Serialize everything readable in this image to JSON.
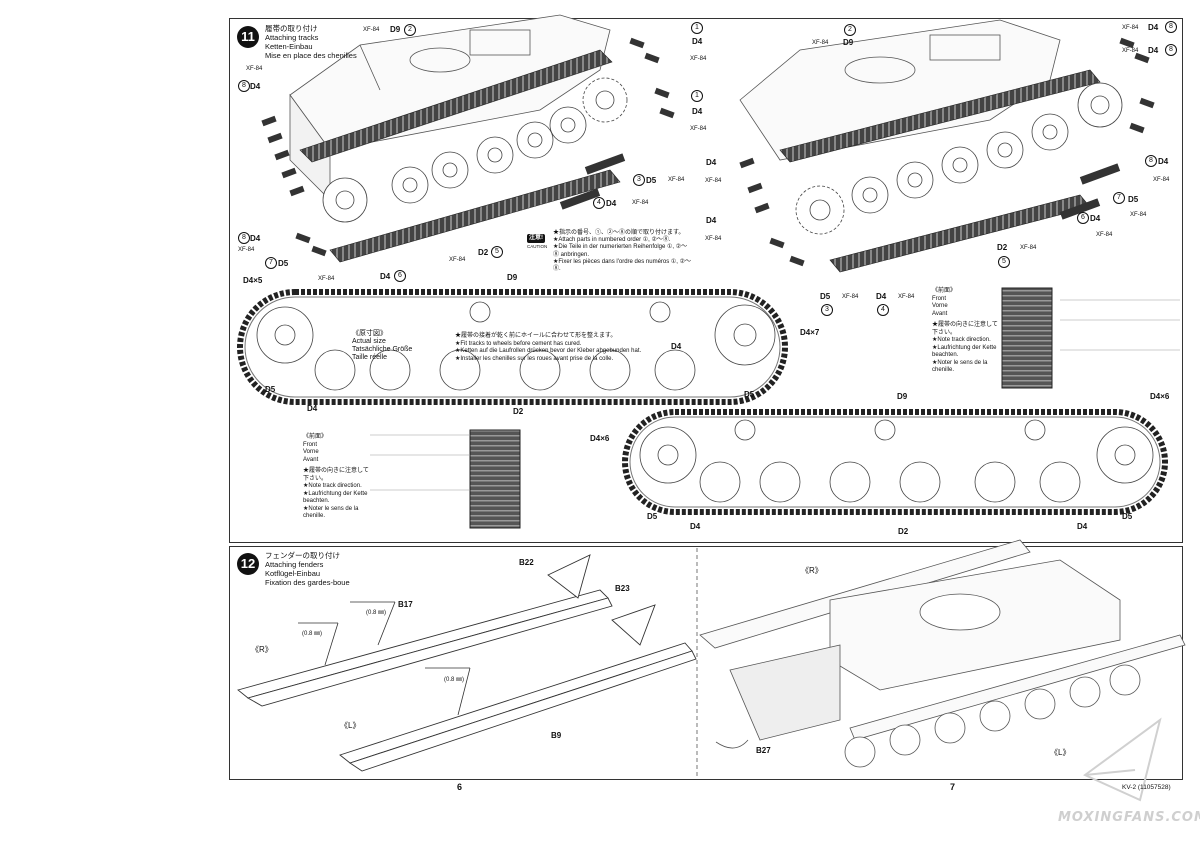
{
  "step11": {
    "number": "11",
    "title_jp": "履帯の取り付け",
    "title_en": "Attaching tracks",
    "title_de": "Ketten-Einbau",
    "title_fr": "Mise en place des chenilles"
  },
  "step12": {
    "number": "12",
    "title_jp": "フェンダーの取り付け",
    "title_en": "Attaching fenders",
    "title_de": "Kotflügel-Einbau",
    "title_fr": "Fixation des gardes-boue"
  },
  "paint": "XF-84",
  "parts": {
    "d2": "D2",
    "d4": "D4",
    "d5": "D5",
    "d9": "D9",
    "d4x5": "D4×5",
    "d4x6": "D4×6",
    "d4x7": "D4×7",
    "b17": "B17",
    "b22": "B22",
    "b23": "B23",
    "b27": "B27",
    "b9": "B9"
  },
  "order_marks": [
    "1",
    "2",
    "3",
    "4",
    "5",
    "6",
    "7",
    "8"
  ],
  "caution": {
    "badge": "注意!",
    "badge_en": "CAUTION",
    "jp": "★指示の番号、①、②〜⑧の順で取り付けます。",
    "en": "★Attach parts in numbered order ①, ②〜⑧.",
    "de": "★Die Teile in der numerierten Reihenfolge ①, ②〜⑧ anbringen.",
    "fr": "★Fixer les pièces dans l'ordre des numéros ①, ②〜⑧."
  },
  "actual_size": {
    "jp": "《原寸図》",
    "en": "Actual size",
    "de": "Tatsächliche Größe",
    "fr": "Taille réelle"
  },
  "fit_note": {
    "jp": "★履帯の接着が乾く前にホイールに合わせて形を整えます。",
    "en": "★Fit tracks to wheels before cement has cured.",
    "de": "★Ketten auf die Laufrollen drücken bevor der Kleber abgebunden hat.",
    "fr": "★Installer les chenilles sur les roues avant prise de la colle."
  },
  "front_note": {
    "jp": "《前面》",
    "en": "Front",
    "de": "Vorne",
    "fr": "Avant",
    "dir_jp": "★履帯の向きに注意して下さい。",
    "dir_en": "★Note track direction.",
    "dir_de": "★Laufrichtung der Kette beachten.",
    "dir_fr": "★Noter le sens de la chenille."
  },
  "fender": {
    "right": "《R》",
    "left": "《L》",
    "drill": "(0.8 ㎜)"
  },
  "pages": {
    "left": "6",
    "right": "7"
  },
  "footer": "KV-2 (11057528)",
  "watermark": "MOXINGFANS.COM"
}
